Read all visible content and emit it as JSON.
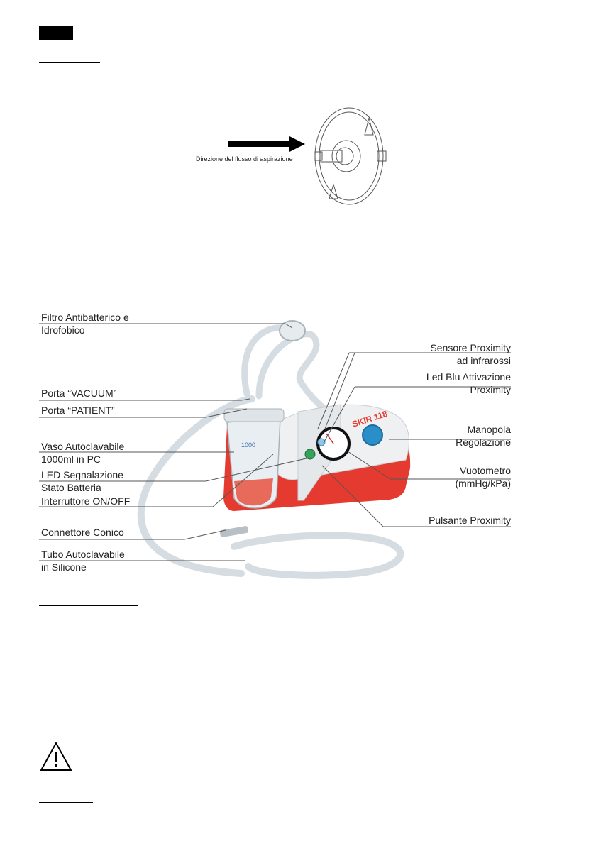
{
  "diagram_filter": {
    "flow_label": "Direzione del flusso di aspirazione"
  },
  "device_labels": {
    "left": [
      {
        "line1": "Filtro Antibatterico e",
        "line2": "Idrofobico"
      },
      {
        "line1": "Porta “VACUUM”"
      },
      {
        "line1": "Porta “PATIENT”"
      },
      {
        "line1": "Vaso Autoclavabile",
        "line2": "1000ml in PC"
      },
      {
        "line1": "LED Segnalazione",
        "line2": "Stato Batteria"
      },
      {
        "line1": "Interruttore ON/OFF"
      },
      {
        "line1": "Connettore Conico"
      },
      {
        "line1": "Tubo  Autoclavabile",
        "line2": "in Silicone"
      }
    ],
    "right": [
      {
        "line1": "Sensore Proximity",
        "line2": "ad infrarossi"
      },
      {
        "line1": "Led Blu Attivazione",
        "line2": "Proximity"
      },
      {
        "line1": "Manopola",
        "line2": "Regolazione"
      },
      {
        "line1": "Vuotometro",
        "line2": "(mmHg/kPa)"
      },
      {
        "line1": "Pulsante Proximity"
      }
    ]
  },
  "device_printed": {
    "jar_mark": "1000",
    "brand": "SKIR 118"
  },
  "colors": {
    "device_red": "#e53a2f",
    "device_white": "#eef0f2",
    "knob_blue": "#2a8fc8",
    "led_green": "#35a15a"
  }
}
